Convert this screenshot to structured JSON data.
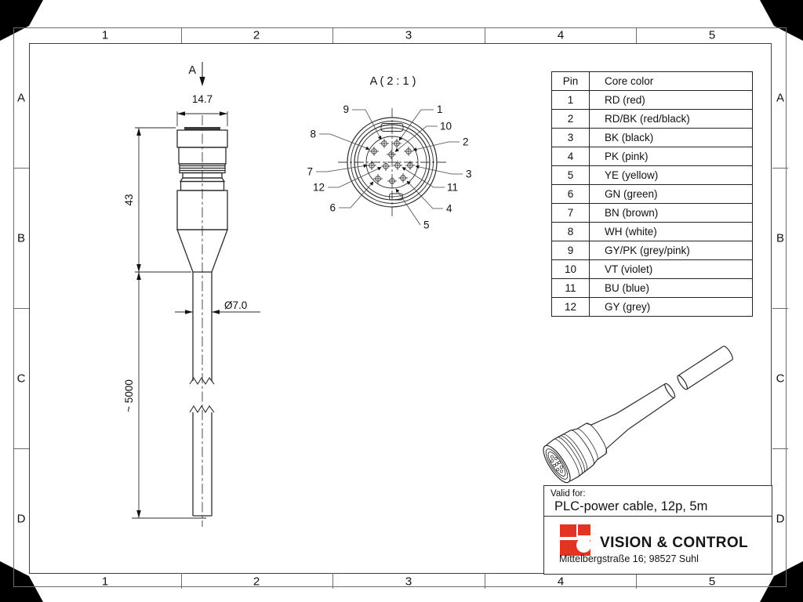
{
  "frame": {
    "columns": [
      "1",
      "2",
      "3",
      "4",
      "5"
    ],
    "rows": [
      "A",
      "B",
      "C",
      "D"
    ]
  },
  "side_view": {
    "section_label": "A",
    "width_dim": "14.7",
    "height_dim": "43",
    "cable_diameter_dim": "Ø7.0",
    "cable_length_dim": "~ 5000"
  },
  "detail_view": {
    "title": "A ( 2 : 1 )",
    "pins": [
      "1",
      "2",
      "3",
      "4",
      "5",
      "6",
      "7",
      "8",
      "9",
      "10",
      "11",
      "12"
    ]
  },
  "pin_table": {
    "headers": [
      "Pin",
      "Core color"
    ],
    "rows": [
      {
        "pin": "1",
        "color": "RD (red)"
      },
      {
        "pin": "2",
        "color": "RD/BK (red/black)"
      },
      {
        "pin": "3",
        "color": "BK (black)"
      },
      {
        "pin": "4",
        "color": "PK (pink)"
      },
      {
        "pin": "5",
        "color": "YE (yellow)"
      },
      {
        "pin": "6",
        "color": "GN (green)"
      },
      {
        "pin": "7",
        "color": "BN (brown)"
      },
      {
        "pin": "8",
        "color": "WH (white)"
      },
      {
        "pin": "9",
        "color": "GY/PK (grey/pink)"
      },
      {
        "pin": "10",
        "color": "VT (violet)"
      },
      {
        "pin": "11",
        "color": "BU (blue)"
      },
      {
        "pin": "12",
        "color": "GY (grey)"
      }
    ]
  },
  "title_block": {
    "valid_for_label": "Valid for:",
    "product": "PLC-power cable, 12p, 5m",
    "company": "VISION & CONTROL",
    "address": "Mittelbergstraße 16; 98527 Suhl"
  },
  "colors": {
    "line": "#2b2b2b",
    "frame_line": "#6e6e6e",
    "logo_red": "#e23323",
    "connector_face_dark": "#3c3c3c"
  }
}
